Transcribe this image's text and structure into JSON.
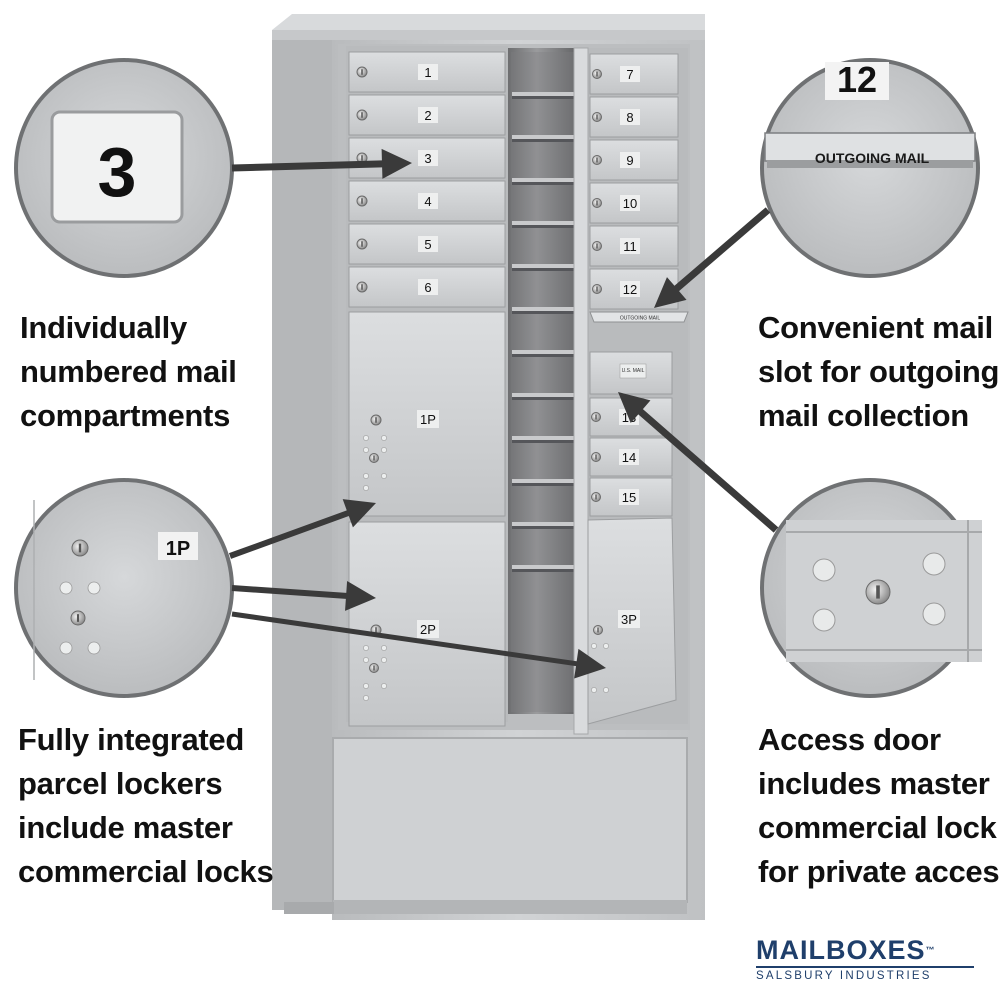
{
  "mailbox": {
    "compartments_left": [
      "1",
      "2",
      "3",
      "4",
      "5",
      "6"
    ],
    "compartments_right": [
      "7",
      "8",
      "9",
      "10",
      "11",
      "12"
    ],
    "compartments_lower_right": [
      "13",
      "14",
      "15"
    ],
    "parcel_left": [
      "1P",
      "2P"
    ],
    "parcel_right": "3P",
    "usmail_label": "U.S. MAIL",
    "slot_label": "OUTGOING MAIL"
  },
  "callouts": {
    "zoom_number": "3",
    "zoom_twelve": "12",
    "zoom_outgoing": "OUTGOING MAIL",
    "zoom_parcel": "1P"
  },
  "captions": {
    "top_left": [
      "Individually",
      "numbered mail",
      "compartments"
    ],
    "top_right": [
      "Convenient mail",
      "slot for outgoing",
      "mail collection"
    ],
    "bottom_left": [
      "Fully integrated",
      "parcel lockers",
      "include master",
      "commercial locks"
    ],
    "bottom_right": [
      "Access door",
      "includes master",
      "commercial lock",
      "for private access"
    ]
  },
  "brand": {
    "name": "MAILBOXES",
    "trademark": "™",
    "tagline": "SALSBURY INDUSTRIES"
  },
  "colors": {
    "cabinet": "#c9cbcd",
    "door": "#d3d5d7",
    "brand": "#1f3f6b",
    "arrow": "#3a3a3a"
  }
}
